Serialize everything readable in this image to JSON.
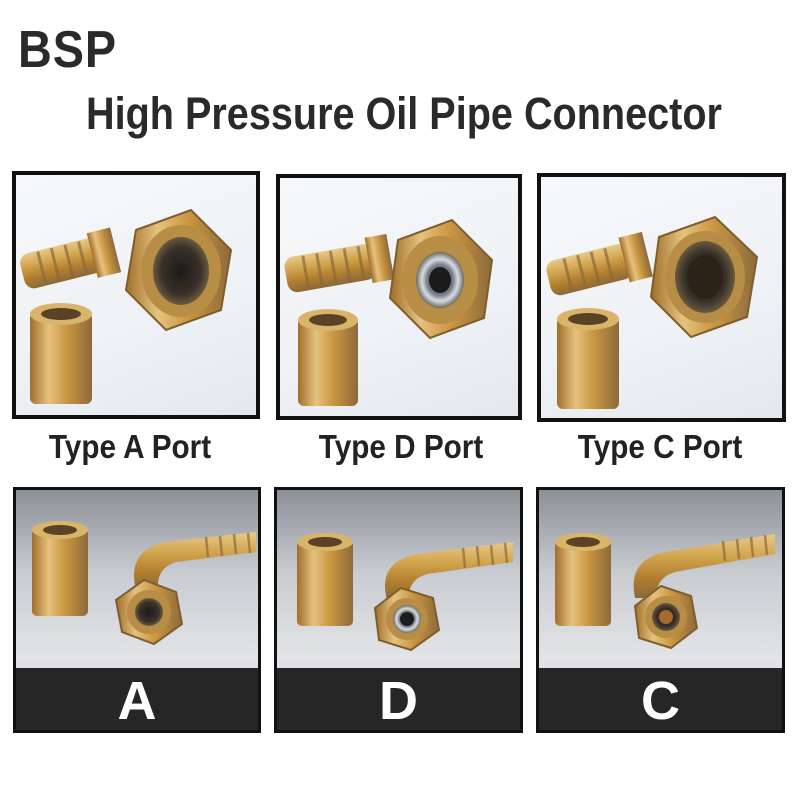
{
  "header": {
    "brand": "BSP",
    "title": "High Pressure Oil Pipe Connector"
  },
  "straight_fittings": [
    {
      "label": "Type A Port"
    },
    {
      "label": "Type D Port"
    },
    {
      "label": "Type C Port"
    }
  ],
  "elbow_fittings": [
    {
      "label": "A"
    },
    {
      "label": "D"
    },
    {
      "label": "C"
    }
  ],
  "colors": {
    "text": "#2a2a2a",
    "frame": "#111111",
    "bar": "#262626",
    "brass": "#c9a24a"
  }
}
